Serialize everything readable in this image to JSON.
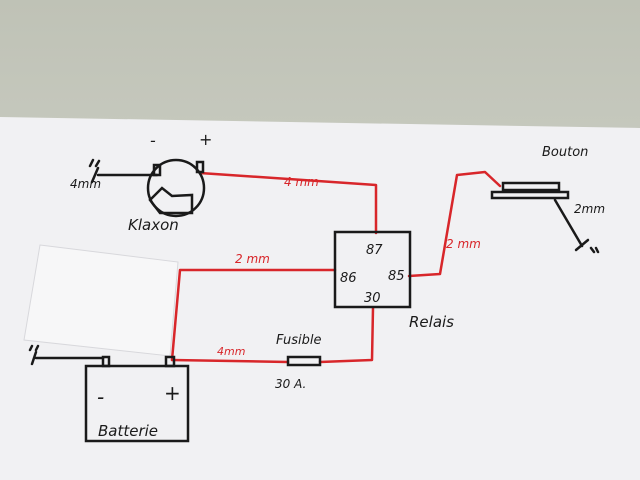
{
  "colors": {
    "paper": "#f1f1f3",
    "wall": "#c8cac0",
    "red_wire": "#d8262a",
    "ink": "#1a1a1a"
  },
  "klaxon": {
    "label": "Klaxon",
    "minus": "-",
    "plus": "+",
    "ground_wire": "4mm"
  },
  "wires": {
    "horn_to_87": "4 mm",
    "battery_to_86": "2 mm",
    "85_to_button": "2 mm",
    "battery_to_fuse": "4mm",
    "button_ground": "2mm"
  },
  "relay": {
    "label": "Relais",
    "pins": {
      "p87": "87",
      "p86": "86",
      "p85": "85",
      "p30": "30"
    }
  },
  "button": {
    "label": "Bouton"
  },
  "fuse": {
    "label": "Fusible",
    "rating": "30 A."
  },
  "battery": {
    "label": "Batterie",
    "minus": "-",
    "plus": "+"
  }
}
